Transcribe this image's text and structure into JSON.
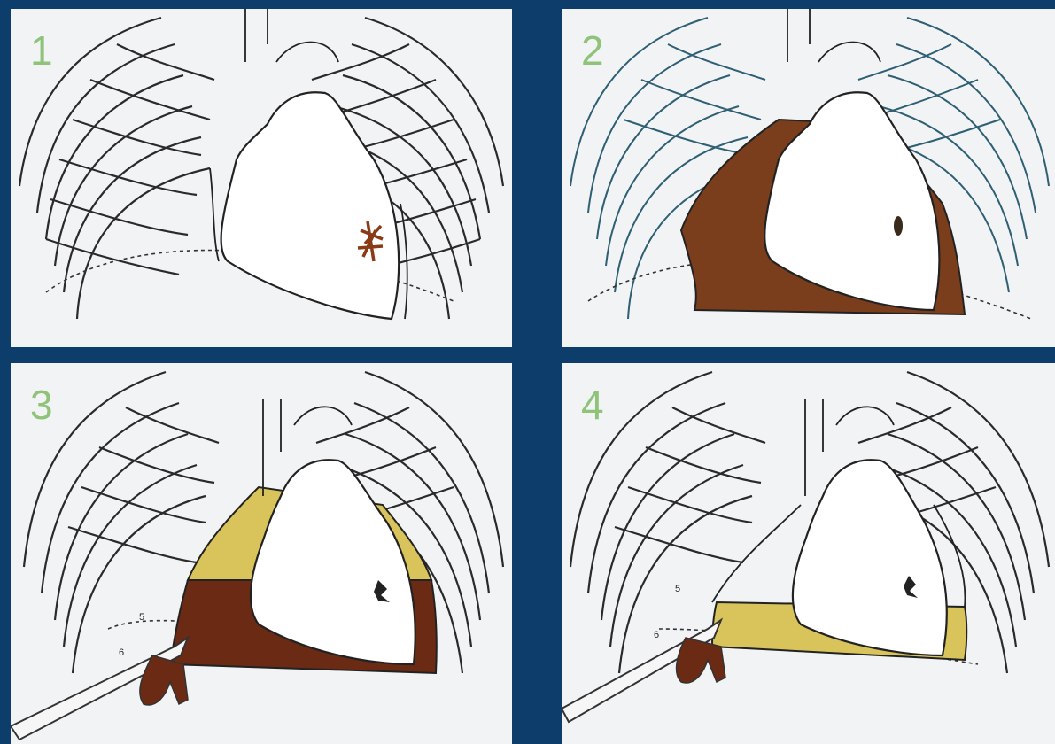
{
  "panels": [
    {
      "number": "1",
      "stage": "wound"
    },
    {
      "number": "2",
      "stage": "hemopericardium"
    },
    {
      "number": "3",
      "stage": "needle-drainage-layered"
    },
    {
      "number": "4",
      "stage": "after-drainage"
    }
  ],
  "needle_labels": {
    "upper": "5",
    "lower": "6"
  },
  "colors": {
    "background": "#0d3d6b",
    "panel": "#f2f3f5",
    "number": "#8fc37a",
    "blood_dark": "#6b2a14",
    "blood_brown": "#7a3e1c",
    "serous_yellow": "#d8c45a",
    "wound": "#8a3a14"
  }
}
